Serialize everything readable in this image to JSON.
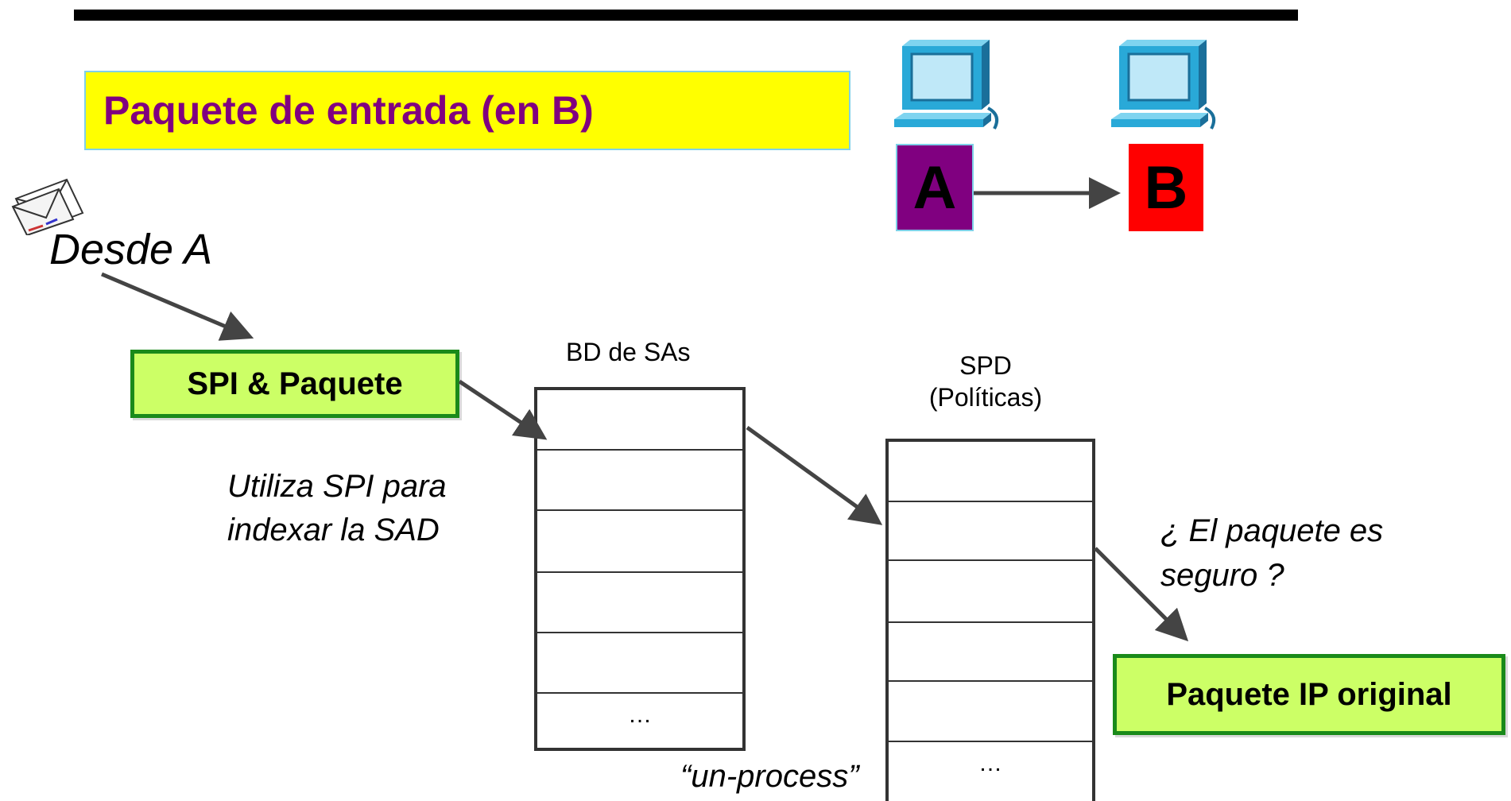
{
  "title": "Paquete de entrada (en B)",
  "colors": {
    "title_bg": "#ffff00",
    "title_text": "#800080",
    "box_fill": "#ccff66",
    "box_border": "#1a8a1a",
    "node_a": "#800080",
    "node_b": "#ff0000",
    "computer": "#29a9d8"
  },
  "hosts": {
    "a": "A",
    "b": "B"
  },
  "source_label": "Desde A",
  "spi_box": "SPI & Paquete",
  "sad": {
    "title": "BD de SAs",
    "ellipsis": "…"
  },
  "spd": {
    "title_line1": "SPD",
    "title_line2": "(Políticas)",
    "ellipsis": "…"
  },
  "notes": {
    "sad_line1": "Utiliza SPI para",
    "sad_line2": "indexar la SAD",
    "question_line1": "¿ El paquete es",
    "question_line2": "seguro ?",
    "unprocess": "“un-process”"
  },
  "output_box": "Paquete IP original",
  "icons": [
    "computer-icon",
    "envelope-icon"
  ]
}
